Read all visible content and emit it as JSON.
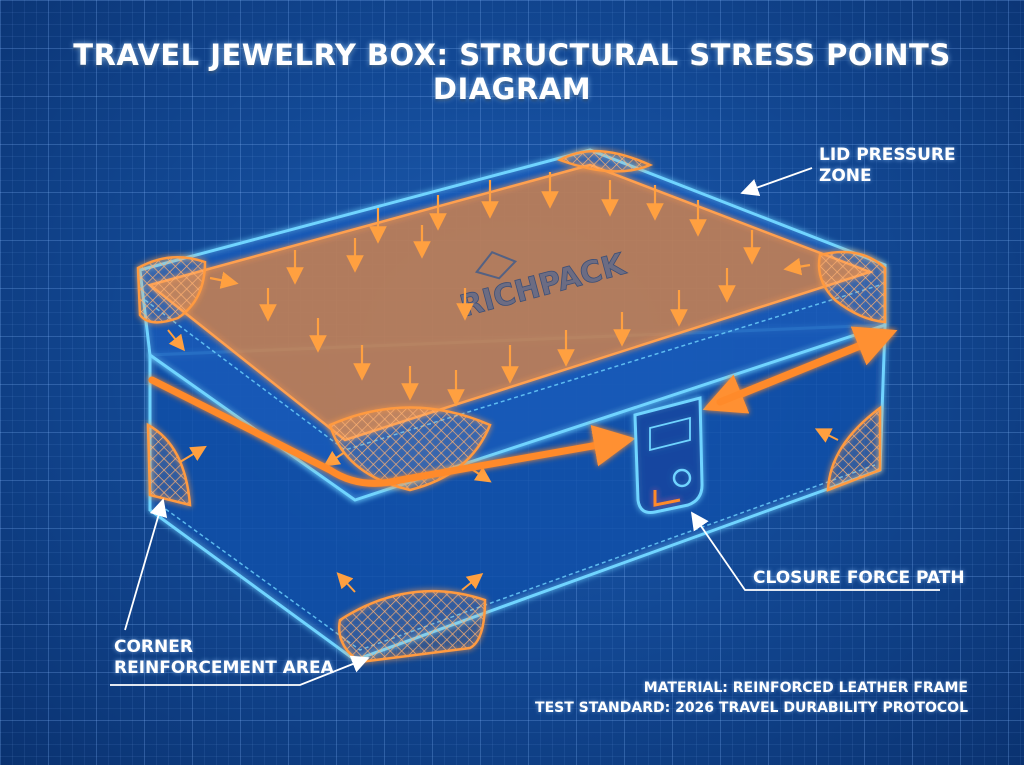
{
  "title": "TRAVEL JEWELRY BOX: STRUCTURAL STRESS POINTS DIAGRAM",
  "brand_logo_text": "RICHPACK",
  "labels": {
    "lid_pressure_line1": "LID PRESSURE",
    "lid_pressure_line2": "ZONE",
    "closure_force": "CLOSURE FORCE PATH",
    "corner_line1": "CORNER",
    "corner_line2": "REINFORCEMENT AREA"
  },
  "footer": {
    "material": "MATERIAL: REINFORCED LEATHER FRAME",
    "test_standard": "TEST STANDARD: 2026 TRAVEL DURABILITY PROTOCOL"
  },
  "colors": {
    "background": "#134a97",
    "outline_glow": "#6fd4ff",
    "stress_orange": "#ff8a2a",
    "text": "#ffffff"
  }
}
